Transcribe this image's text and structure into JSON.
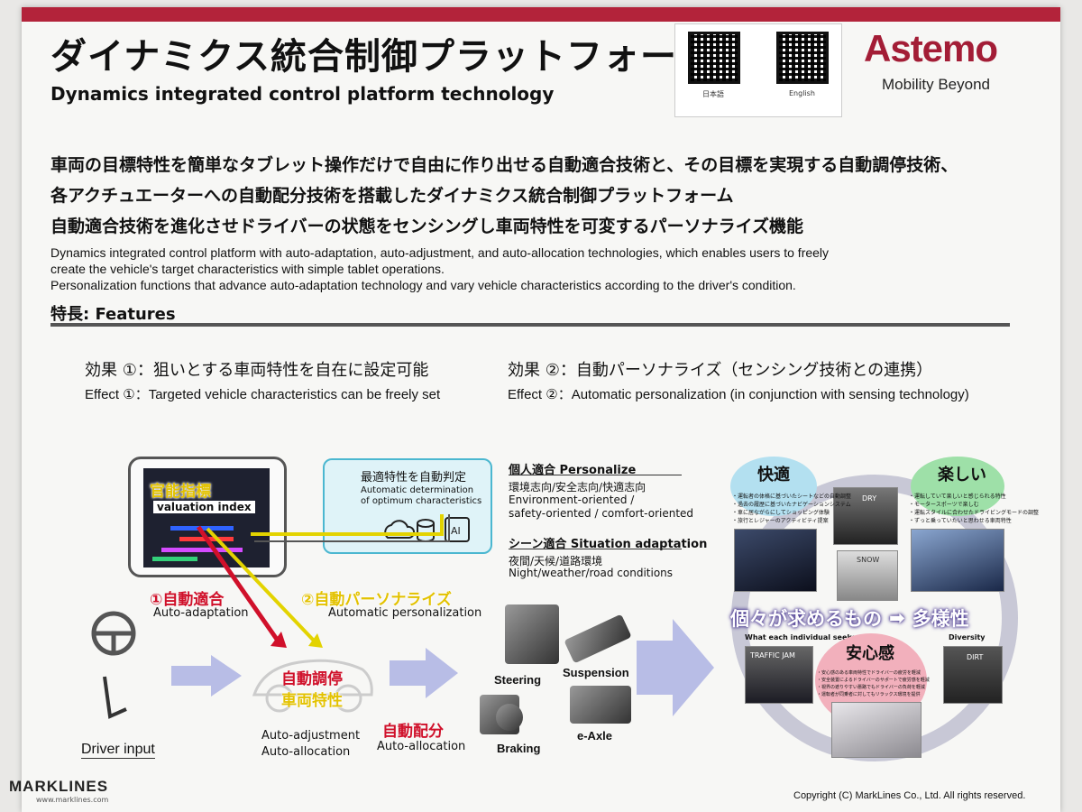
{
  "header": {
    "title_ja": "ダイナミクス統合制御プラットフォーム技術",
    "title_en": "Dynamics integrated control platform technology",
    "qr_labels": [
      "日本語",
      "English"
    ],
    "logo": "Astemo",
    "tagline": "Mobility Beyond"
  },
  "description": {
    "ja": [
      "車両の目標特性を簡単なタブレット操作だけで自由に作り出せる自動適合技術と、その目標を実現する自動調停技術、",
      "各アクチュエーターへの自動配分技術を搭載したダイナミクス統合制御プラットフォーム",
      "自動適合技術を進化させドライバーの状態をセンシングし車両特性を可変するパーソナライズ機能"
    ],
    "en": [
      "Dynamics integrated control platform with auto-adaptation, auto-adjustment, and auto-allocation technologies, which enables users to freely",
      "create the vehicle's target characteristics with simple tablet operations.",
      "Personalization functions that advance auto-adaptation technology and vary vehicle characteristics according to the driver's condition."
    ]
  },
  "features_heading": "特長: Features",
  "effects": [
    {
      "ja": "効果 ①：狙いとする車両特性を自在に設定可能",
      "en": "Effect ①：Targeted vehicle characteristics can be freely set"
    },
    {
      "ja": "効果 ②：自動パーソナライズ（センシング技術との連携）",
      "en": "Effect ②：Automatic personalization (in conjunction with sensing technology)"
    }
  ],
  "diagram": {
    "eval_ja": "官能指標",
    "eval_en": "valuation index",
    "optimum_ja": "最適特性を自動判定",
    "optimum_en_1": "Automatic determination",
    "optimum_en_2": "of optimum characteristics",
    "auto_adapt_ja": "①自動適合",
    "auto_adapt_en": "Auto-adaptation",
    "auto_person_ja": "②自動パーソナライズ",
    "auto_person_en": "Automatic personalization",
    "adjust_ja": "自動調停",
    "vehicle_char_ja": "車両特性",
    "adjust_en_1": "Auto-adjustment",
    "adjust_en_2": "Auto-allocation",
    "alloc_ja": "自動配分",
    "alloc_en": "Auto-allocation",
    "driver_input": "Driver input",
    "personalize_heading": "個人適合 Personalize",
    "personalize_lines": [
      "環境志向/安全志向/快適志向",
      "Environment-oriented /",
      "safety-oriented / comfort-oriented"
    ],
    "scene_heading": "シーン適合 Situation adaptation",
    "scene_lines": [
      "夜間/天候/道路環境",
      "Night/weather/road conditions"
    ],
    "components": {
      "steering": "Steering",
      "suspension": "Suspension",
      "braking": "Braking",
      "eaxle": "e-Axle"
    }
  },
  "diversity": {
    "comfort": "快適",
    "fun": "楽しい",
    "safe": "安心感",
    "comfort_notes": [
      "・運転者の体格に基づいたシートなどの自動調整",
      "・過去の履歴に基づいたナビゲーションシステム",
      "・車に居ながらにしてショッピング体験",
      "・旅行とレジャーのアクティビティ提案"
    ],
    "fun_notes": [
      "・運転していて楽しいと感じられる特性",
      "・モータースポーツで楽しむ",
      "・運転スタイルに合わせたドライビングモードの調整",
      "・ずっと乗っていたいと思わせる車両特性"
    ],
    "safe_notes": [
      "・安心感のある車両特性でドライバーの疲労を軽減",
      "・安全装置によるドライバーのサポートで疲労感を軽減",
      "・視界の遮りやすい悪路でもドライバーの負荷を軽減",
      "・運転者が同乗者に対してもリラックス環境を提供"
    ],
    "tags": {
      "dry": "DRY",
      "snow": "SNOW",
      "traffic": "TRAFFIC JAM",
      "dirt": "DIRT"
    },
    "headline_ja": "個々が求めるもの",
    "headline_ja2": "多様性",
    "what_each": "What each individual seeks",
    "diversity_en": "Diversity"
  },
  "footer": {
    "brand": "MARKLINES",
    "url": "www.marklines.com",
    "copyright": "Copyright (C) MarkLines Co., Ltd. All rights reserved."
  }
}
